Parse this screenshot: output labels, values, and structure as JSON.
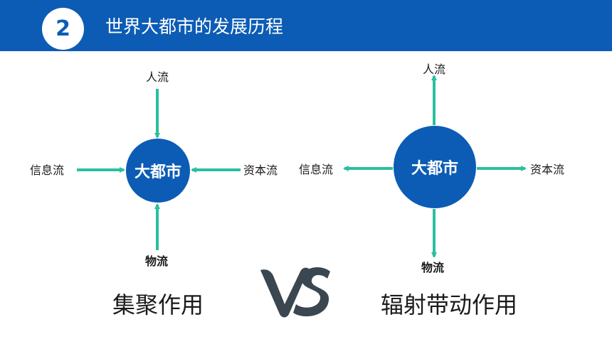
{
  "header": {
    "badge": "2",
    "title": "世界大都市的发展历程"
  },
  "left": {
    "hub": "大都市",
    "top": "人流",
    "left": "信息流",
    "right": "资本流",
    "bottom": "物流",
    "caption": "集聚作用"
  },
  "right": {
    "hub": "大都市",
    "top": "人流",
    "left": "信息流",
    "right": "资本流",
    "bottom": "物流",
    "caption": "辐射带动作用"
  },
  "vs_text": "VS",
  "colors": {
    "header": "#0c5cb5",
    "arrow": "#2bbf9f",
    "hub": "#0c5cb5",
    "vs": "#3a4650"
  }
}
